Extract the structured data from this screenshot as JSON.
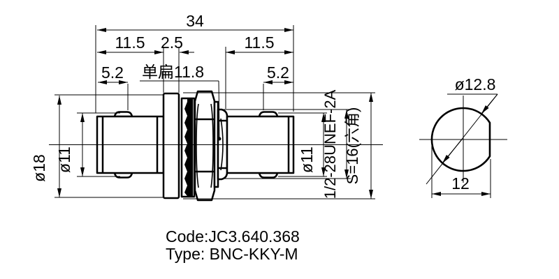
{
  "drawing_kind": "engineering-drawing",
  "side_view": {
    "dims": {
      "overall": "34",
      "left_len": "11.5",
      "flange_t": "2.5",
      "right_len": "11.5",
      "left_lug": "5.2",
      "right_lug": "5.2",
      "flat": "单扁11.8",
      "flange_dia": "ø18",
      "left_dia": "ø11",
      "right_dia": "ø11",
      "thread": "1/2-28UNEF-2A",
      "hex": "S=16(六角)"
    }
  },
  "end_view": {
    "dims": {
      "dia": "ø12.8",
      "flat_width": "12"
    }
  },
  "title_block": {
    "code": "Code:JC3.640.368",
    "type": "Type: BNC-KKY-M"
  },
  "colors": {
    "line": "#000000",
    "background": "#ffffff"
  }
}
